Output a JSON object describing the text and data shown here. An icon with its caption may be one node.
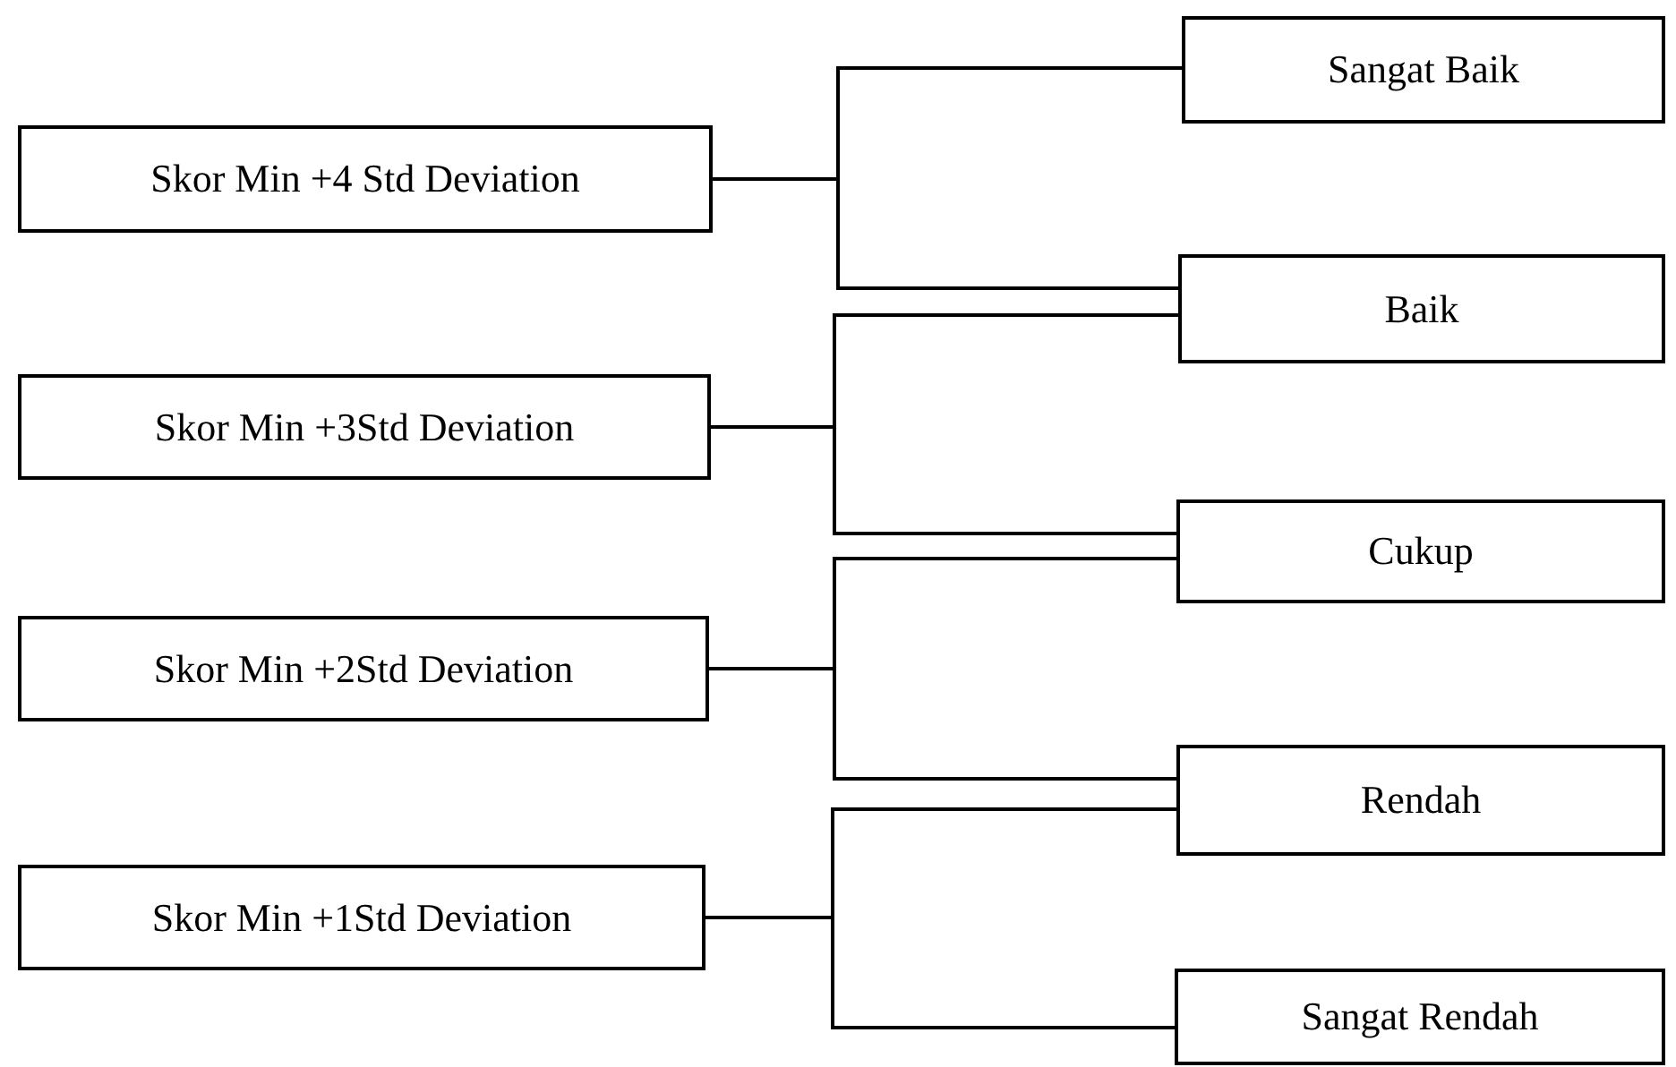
{
  "diagram": {
    "nodes": [
      {
        "text": [
          "Skor Min +4 Std Deviation"
        ]
      },
      {
        "text": [
          "Skor Min +3Std Deviation"
        ]
      },
      {
        "text": [
          "Skor Min +2Std Deviation"
        ]
      },
      {
        "text": [
          "Skor Min +1Std Deviation"
        ]
      },
      {
        "text": [
          "Sangat Baik"
        ]
      },
      {
        "text": [
          "Baik"
        ]
      },
      {
        "text": [
          "Cukup"
        ]
      },
      {
        "text": [
          "Rendah"
        ]
      },
      {
        "text": [
          "Sangat Rendah"
        ]
      }
    ],
    "edges": [
      {
        "from": 0,
        "to": 4,
        "arrow": "none"
      },
      {
        "from": 0,
        "to": 5,
        "arrow": "none"
      },
      {
        "from": 1,
        "to": 5,
        "arrow": "none"
      },
      {
        "from": 1,
        "to": 6,
        "arrow": "none"
      },
      {
        "from": 2,
        "to": 6,
        "arrow": "none"
      },
      {
        "from": 2,
        "to": 7,
        "arrow": "none"
      },
      {
        "from": 3,
        "to": 7,
        "arrow": "none"
      },
      {
        "from": 3,
        "to": 8,
        "arrow": "none"
      }
    ]
  }
}
